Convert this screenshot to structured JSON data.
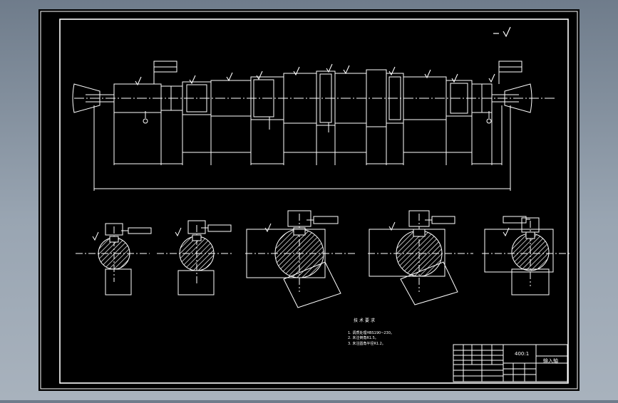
{
  "drawing": {
    "scale_note": "400:1",
    "part_name": "输入轴",
    "tech_requirements": {
      "title": "技术要求",
      "lines": [
        "1. 调质处理HBS190~230。",
        "2. 未注倒角R1.5。",
        "3. 未注圆角半径R1.2。"
      ]
    }
  }
}
